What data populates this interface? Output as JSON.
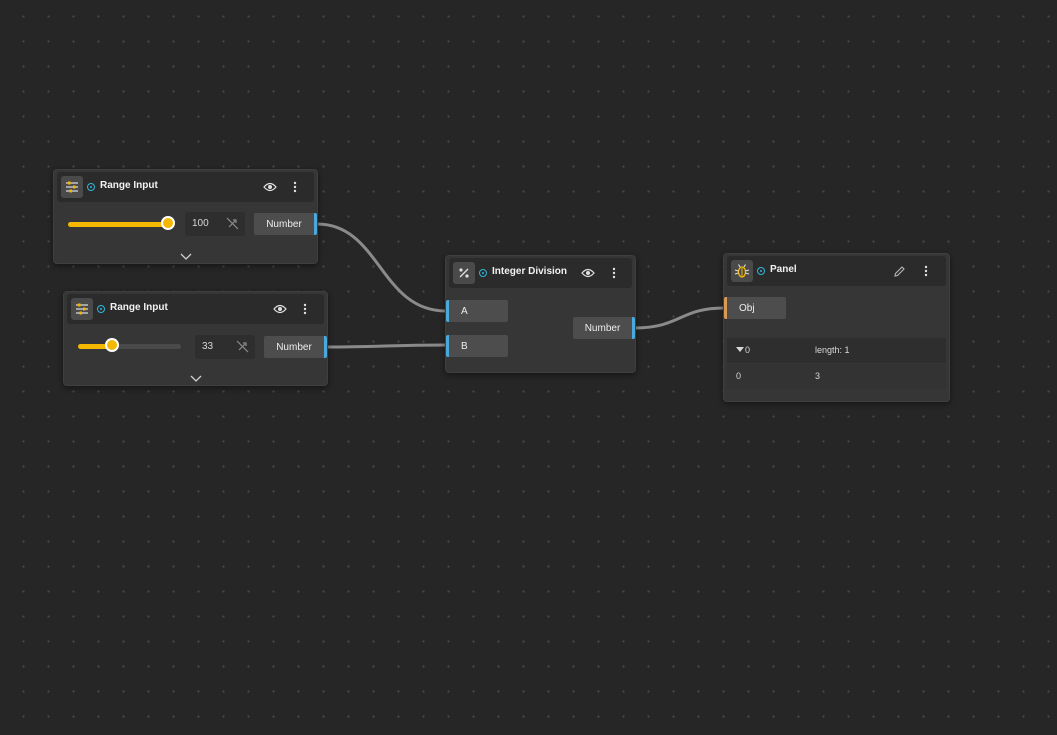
{
  "nodes": {
    "range1": {
      "title": "Range Input",
      "value": "100",
      "fill_fraction": 1.0,
      "output_label": "Number"
    },
    "range2": {
      "title": "Range Input",
      "value": "33",
      "fill_fraction": 0.33,
      "output_label": "Number"
    },
    "division": {
      "title": "Integer Division",
      "inputs": [
        "A",
        "B"
      ],
      "output_label": "Number"
    },
    "panel": {
      "title": "Panel",
      "input_label": "Obj",
      "rows": [
        {
          "key": "0",
          "value": "length: 1",
          "expandable": true
        },
        {
          "key": "0",
          "value": "3",
          "expandable": false
        }
      ]
    }
  },
  "colors": {
    "background": "#262626",
    "node": "#363636",
    "accent_slider": "#f5b800",
    "port_number": "#4aa8dd",
    "port_object": "#d99a52",
    "status": "#2fb6dc",
    "wire": "#8a8a8a"
  },
  "icons": {
    "range_node": "sliders-icon",
    "division_node": "division-icon",
    "panel_node": "bug-icon",
    "visibility": "eye-icon",
    "menu": "more-vertical-icon",
    "edit": "pencil-icon",
    "reset": "reset-off-icon",
    "expand": "chevron-down-icon"
  }
}
